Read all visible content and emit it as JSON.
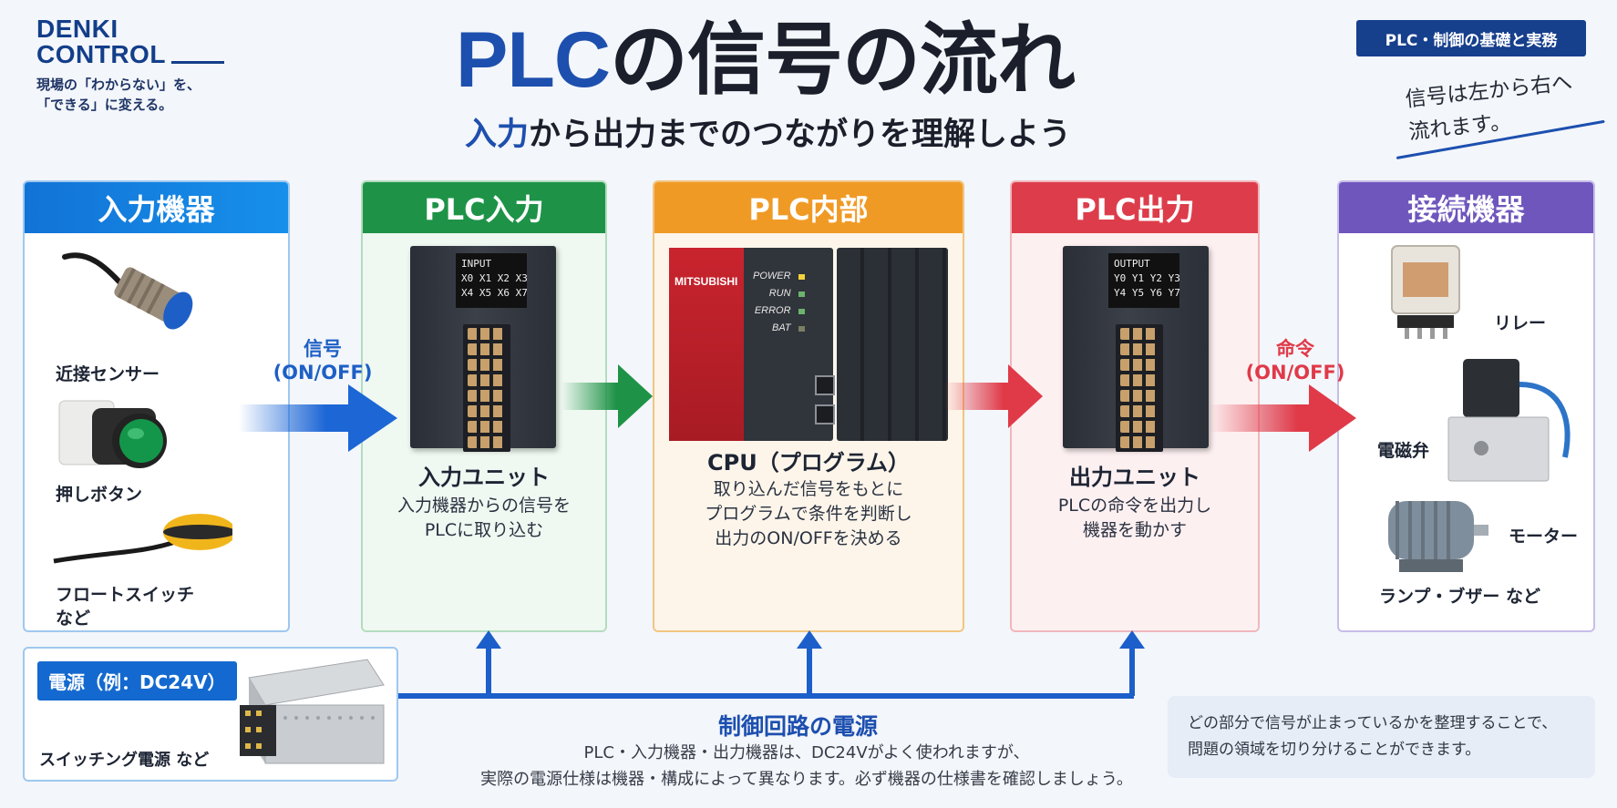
{
  "header": {
    "logo_line1": "DENKI",
    "logo_line2": "CONTROL",
    "tagline_line1": "現場の「わからない」を、",
    "tagline_line2": "「できる」に変える。",
    "title_plc": "PLC",
    "title_rest": "の信号の流れ",
    "subtitle_blue": "入力",
    "subtitle_rest": "から出力までのつながりを理解しよう",
    "badge": "PLC・制御の基礎と実務",
    "note_line1": "信号は左から右へ",
    "note_line2": "流れます。"
  },
  "panels": {
    "input": {
      "title": "入力機器",
      "items": [
        "近接センサー",
        "押しボタン",
        "フロートスイッチ",
        "など"
      ]
    },
    "plc_input": {
      "title": "PLC入力",
      "screen": "INPUT\nX0 X1 X2 X3\nX4 X5 X6 X7",
      "unit_name": "入力ユニット",
      "desc_line1": "入力機器からの信号を",
      "desc_line2": "PLCに取り込む"
    },
    "plc_internal": {
      "title": "PLC内部",
      "brand": "MITSUBISHI",
      "leds": [
        "POWER",
        "RUN",
        "ERROR",
        "BAT"
      ],
      "unit_name": "CPU（プログラム）",
      "desc_line1": "取り込んだ信号をもとに",
      "desc_line2": "プログラムで条件を判断し",
      "desc_line3": "出力のON/OFFを決める"
    },
    "plc_output": {
      "title": "PLC出力",
      "screen": "OUTPUT\nY0 Y1 Y2 Y3\nY4 Y5 Y6 Y7",
      "unit_name": "出力ユニット",
      "desc_line1": "PLCの命令を出力し",
      "desc_line2": "機器を動かす"
    },
    "devices": {
      "title": "接続機器",
      "items": [
        "リレー",
        "電磁弁",
        "モーター",
        "ランプ・ブザー など"
      ]
    }
  },
  "arrows": {
    "signal_line1": "信号",
    "signal_line2": "(ON/OFF)",
    "command_line1": "命令",
    "command_line2": "(ON/OFF)"
  },
  "power": {
    "tag": "電源（例：DC24V）",
    "label": "スイッチング電源 など",
    "title": "制御回路の電源",
    "text_line1": "PLC・入力機器・出力機器は、DC24Vがよく使われますが、",
    "text_line2": "実際の電源仕様は機器・構成によって異なります。必ず機器の仕様書を確認しましょう。"
  },
  "tip": {
    "line1": "どの部分で信号が止まっているかを整理することで、",
    "line2": "問題の領域を切り分けることができます。"
  },
  "colors": {
    "brand_blue": "#1d4fae",
    "input": "#1273d6",
    "plc_input": "#1e9347",
    "plc_internal": "#f09a26",
    "plc_output": "#dd3d4b",
    "devices": "#6f56bd"
  }
}
